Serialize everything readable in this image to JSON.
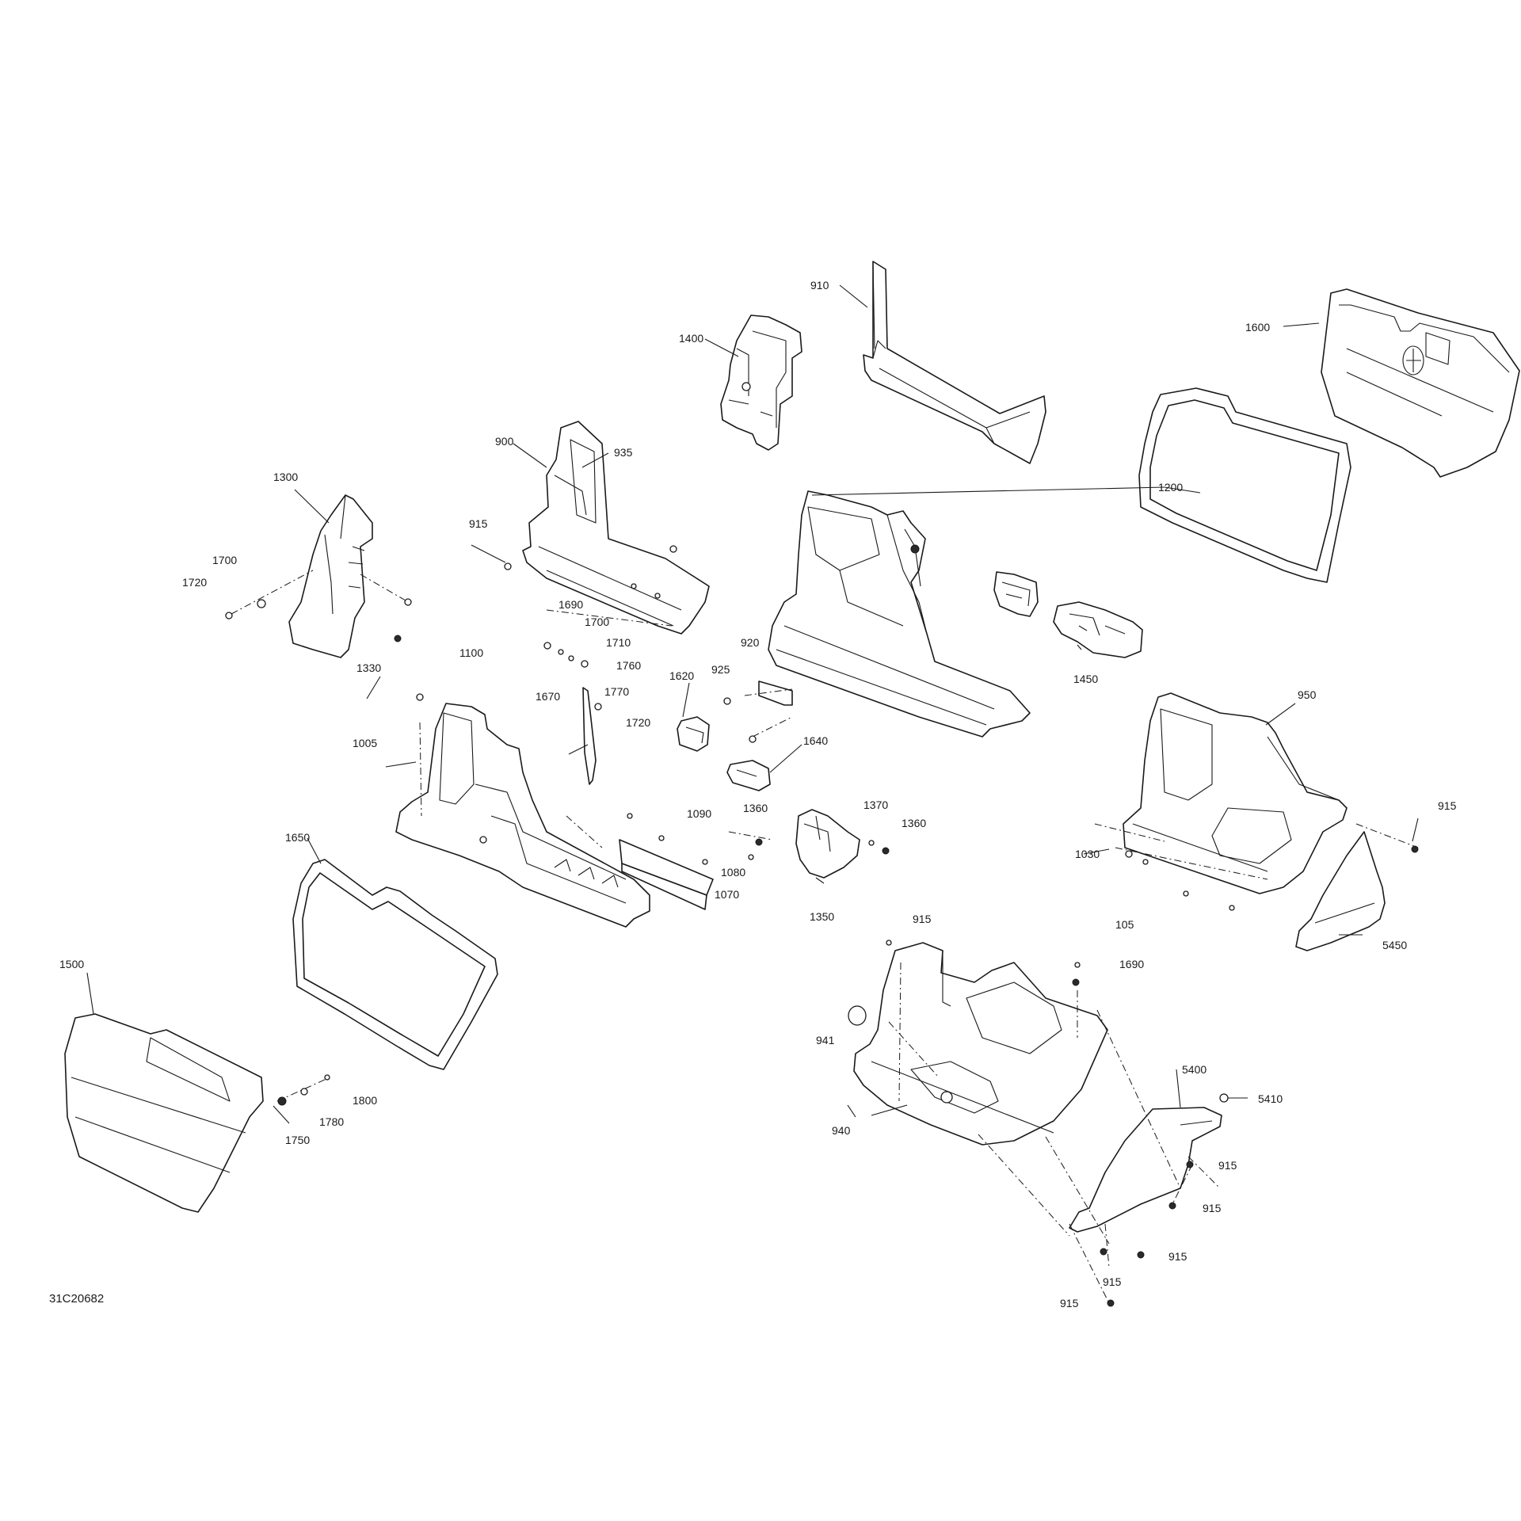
{
  "diagram": {
    "reference_code": "31C20682",
    "callouts": [
      {
        "id": "c-910",
        "label": "910"
      },
      {
        "id": "c-1400",
        "label": "1400"
      },
      {
        "id": "c-1600",
        "label": "1600"
      },
      {
        "id": "c-900",
        "label": "900"
      },
      {
        "id": "c-935",
        "label": "935"
      },
      {
        "id": "c-1300",
        "label": "1300"
      },
      {
        "id": "c-915-a",
        "label": "915"
      },
      {
        "id": "c-1200",
        "label": "1200"
      },
      {
        "id": "c-1700-a",
        "label": "1700"
      },
      {
        "id": "c-1720-a",
        "label": "1720"
      },
      {
        "id": "c-1690-a",
        "label": "1690"
      },
      {
        "id": "c-1700-b",
        "label": "1700"
      },
      {
        "id": "c-1710",
        "label": "1710"
      },
      {
        "id": "c-1760",
        "label": "1760"
      },
      {
        "id": "c-1330",
        "label": "1330"
      },
      {
        "id": "c-920",
        "label": "920"
      },
      {
        "id": "c-1100",
        "label": "1100"
      },
      {
        "id": "c-1620",
        "label": "1620"
      },
      {
        "id": "c-925",
        "label": "925"
      },
      {
        "id": "c-1770",
        "label": "1770"
      },
      {
        "id": "c-1450",
        "label": "1450"
      },
      {
        "id": "c-1670",
        "label": "1670"
      },
      {
        "id": "c-1720-b",
        "label": "1720"
      },
      {
        "id": "c-950",
        "label": "950"
      },
      {
        "id": "c-1005",
        "label": "1005"
      },
      {
        "id": "c-1640",
        "label": "1640"
      },
      {
        "id": "c-915-b",
        "label": "915"
      },
      {
        "id": "c-1090",
        "label": "1090"
      },
      {
        "id": "c-1360-a",
        "label": "1360"
      },
      {
        "id": "c-1370",
        "label": "1370"
      },
      {
        "id": "c-1360-b",
        "label": "1360"
      },
      {
        "id": "c-1030",
        "label": "1030"
      },
      {
        "id": "c-1650",
        "label": "1650"
      },
      {
        "id": "c-1080",
        "label": "1080"
      },
      {
        "id": "c-1070",
        "label": "1070"
      },
      {
        "id": "c-1350",
        "label": "1350"
      },
      {
        "id": "c-915-c",
        "label": "915"
      },
      {
        "id": "c-105",
        "label": "105"
      },
      {
        "id": "c-5450",
        "label": "5450"
      },
      {
        "id": "c-1500",
        "label": "1500"
      },
      {
        "id": "c-1690-b",
        "label": "1690"
      },
      {
        "id": "c-941",
        "label": "941"
      },
      {
        "id": "c-5400",
        "label": "5400"
      },
      {
        "id": "c-5410",
        "label": "5410"
      },
      {
        "id": "c-1800",
        "label": "1800"
      },
      {
        "id": "c-1780",
        "label": "1780"
      },
      {
        "id": "c-940",
        "label": "940"
      },
      {
        "id": "c-1750",
        "label": "1750"
      },
      {
        "id": "c-915-d",
        "label": "915"
      },
      {
        "id": "c-915-e",
        "label": "915"
      },
      {
        "id": "c-915-f",
        "label": "915"
      },
      {
        "id": "c-915-g",
        "label": "915"
      },
      {
        "id": "c-915-h",
        "label": "915"
      }
    ]
  }
}
